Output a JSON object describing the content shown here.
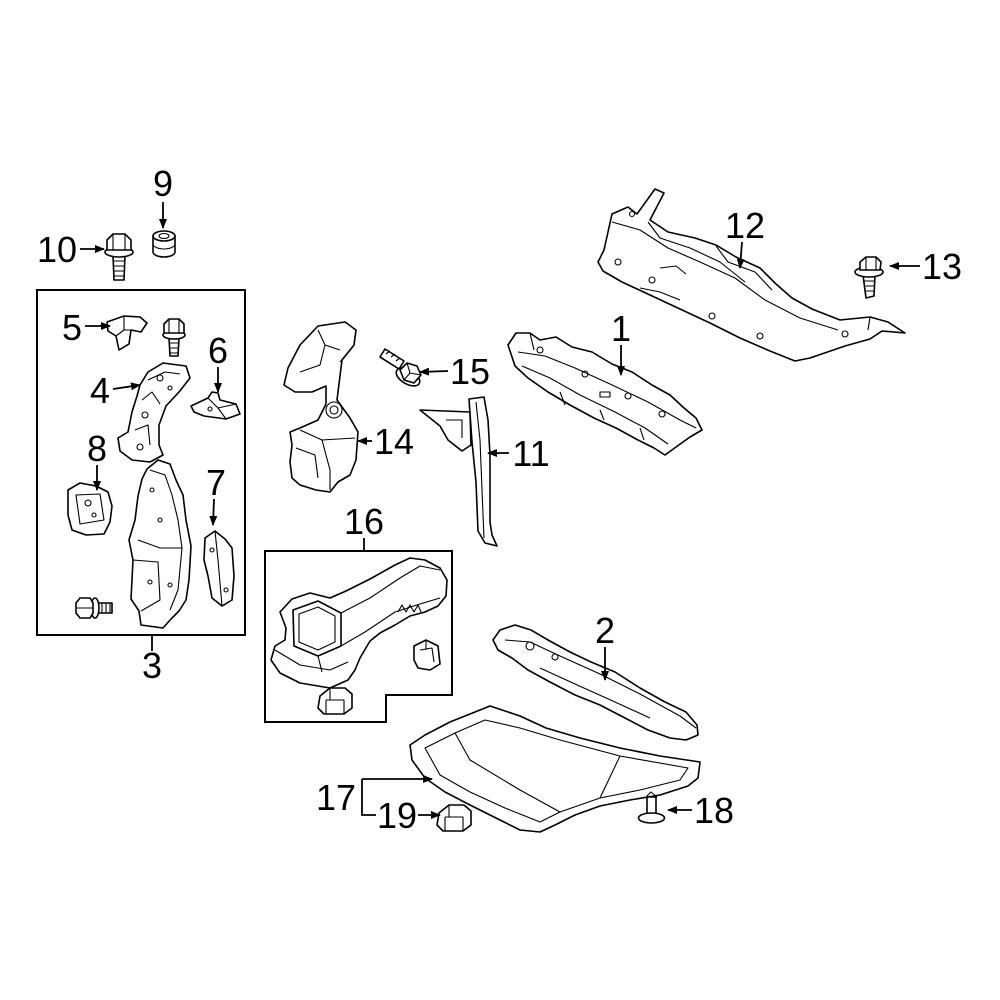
{
  "callouts": {
    "n1": "1",
    "n2": "2",
    "n3": "3",
    "n4": "4",
    "n5": "5",
    "n6": "6",
    "n7": "7",
    "n8": "8",
    "n9": "9",
    "n10": "10",
    "n11": "11",
    "n12": "12",
    "n13": "13",
    "n14": "14",
    "n15": "15",
    "n16": "16",
    "n17": "17",
    "n18": "18",
    "n19": "19"
  }
}
